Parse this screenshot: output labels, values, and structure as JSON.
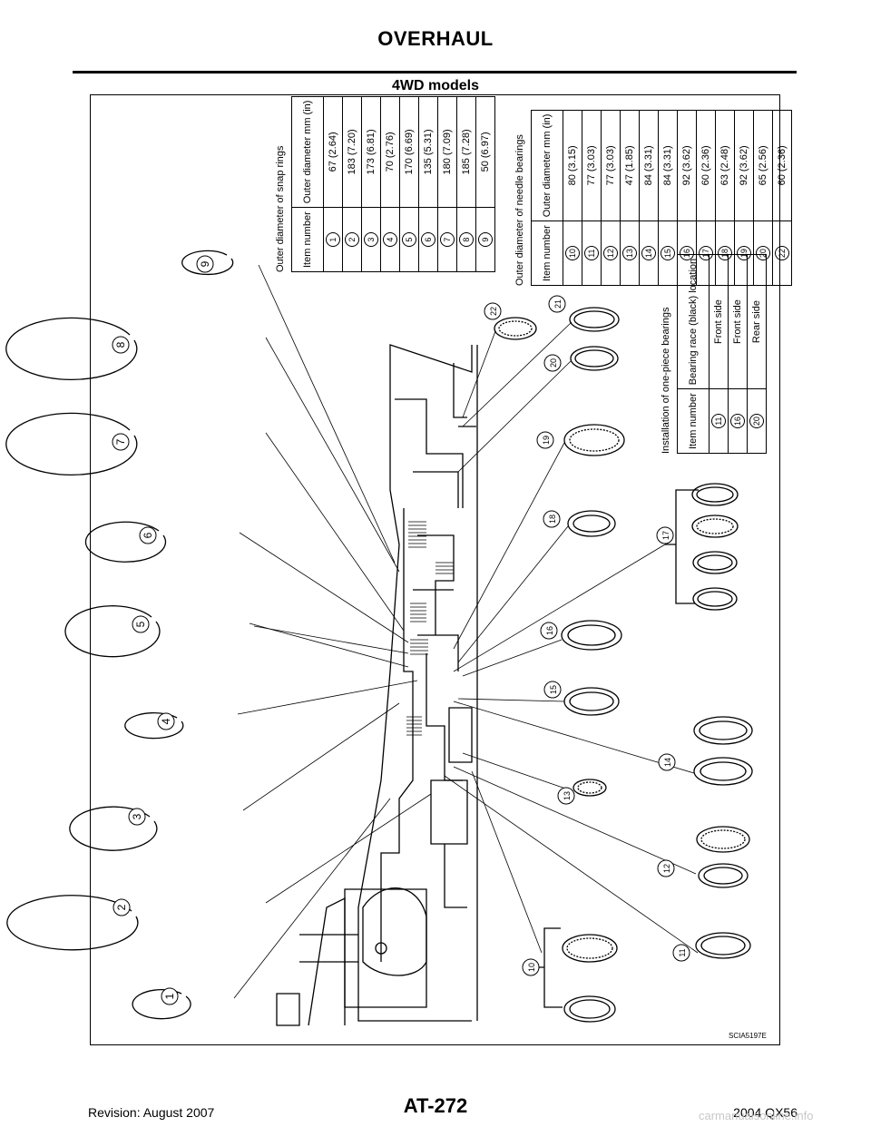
{
  "header": {
    "title": "OVERHAUL",
    "section": "4WD models"
  },
  "snap_rings": {
    "title": "Outer diameter of snap rings",
    "col_item": "Item number",
    "col_value": "Outer diameter mm (in)",
    "rows": [
      {
        "item": "1",
        "value": "67 (2.64)"
      },
      {
        "item": "2",
        "value": "183 (7.20)"
      },
      {
        "item": "3",
        "value": "173 (6.81)"
      },
      {
        "item": "4",
        "value": "70 (2.76)"
      },
      {
        "item": "5",
        "value": "170 (6.69)"
      },
      {
        "item": "6",
        "value": "135 (5.31)"
      },
      {
        "item": "7",
        "value": "180 (7.09)"
      },
      {
        "item": "8",
        "value": "185 (7.28)"
      },
      {
        "item": "9",
        "value": "50 (6.97)"
      }
    ]
  },
  "needle_bearings": {
    "title": "Outer diameter of needle bearings",
    "col_item": "Item number",
    "col_value": "Outer diameter mm (in)",
    "rows": [
      {
        "item": "10",
        "value": "80 (3.15)"
      },
      {
        "item": "11",
        "value": "77 (3.03)"
      },
      {
        "item": "12",
        "value": "77 (3.03)"
      },
      {
        "item": "13",
        "value": "47 (1.85)"
      },
      {
        "item": "14",
        "value": "84 (3.31)"
      },
      {
        "item": "15",
        "value": "84 (3.31)"
      },
      {
        "item": "16",
        "value": "92 (3.62)"
      },
      {
        "item": "17",
        "value": "60 (2.36)"
      },
      {
        "item": "18",
        "value": "63 (2.48)"
      },
      {
        "item": "19",
        "value": "92 (3.62)"
      },
      {
        "item": "20",
        "value": "65 (2.56)"
      },
      {
        "item": "22",
        "value": "60 (2.36)"
      }
    ]
  },
  "one_piece_bearings": {
    "title": "Installation of one-piece bearings",
    "col_item": "Item number",
    "col_value": "Bearing race (black) location",
    "rows": [
      {
        "item": "11",
        "value": "Front side"
      },
      {
        "item": "16",
        "value": "Front side"
      },
      {
        "item": "20",
        "value": "Rear side"
      }
    ]
  },
  "callouts": [
    "1",
    "2",
    "3",
    "4",
    "5",
    "6",
    "7",
    "8",
    "9",
    "10",
    "11",
    "12",
    "13",
    "14",
    "15",
    "16",
    "17",
    "18",
    "19",
    "20",
    "21",
    "22"
  ],
  "figure_code": "SCIA5197E",
  "footer": {
    "revision": "Revision: August 2007",
    "page": "AT-272",
    "model": "2004 QX56",
    "watermark": "carmanualsonline.info"
  }
}
